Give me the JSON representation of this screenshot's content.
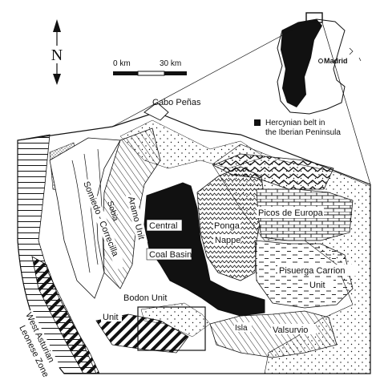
{
  "north_label": "N",
  "scale": {
    "start": "0 km",
    "end": "30 km"
  },
  "inset": {
    "city": "Madrid",
    "legend": [
      "Hercynian belt in",
      "the Iberian Peninsula"
    ]
  },
  "labels": {
    "cabo_penas": "Cabo Peñas",
    "somiedo": "Somiedo - Correcilla",
    "sobia": "Sobia",
    "aramo": "Aramo Unit",
    "central": "Central",
    "coal_basin": "Coal Basin",
    "ponga_1": "Ponga",
    "ponga_2": "Nappe",
    "picos": "Picos de Europa",
    "pisuerga_1": "Pisuerga Carrion",
    "pisuerga_2": "Unit",
    "bodon": "Bodon Unit",
    "unit": "Unit",
    "isla": "Isla",
    "valsurvio": "Valsurvio",
    "west_asturian_1": "West Asturian",
    "west_asturian_2": "Leonese Zone"
  },
  "colors": {
    "ink": "#111111",
    "paper": "#ffffff"
  }
}
